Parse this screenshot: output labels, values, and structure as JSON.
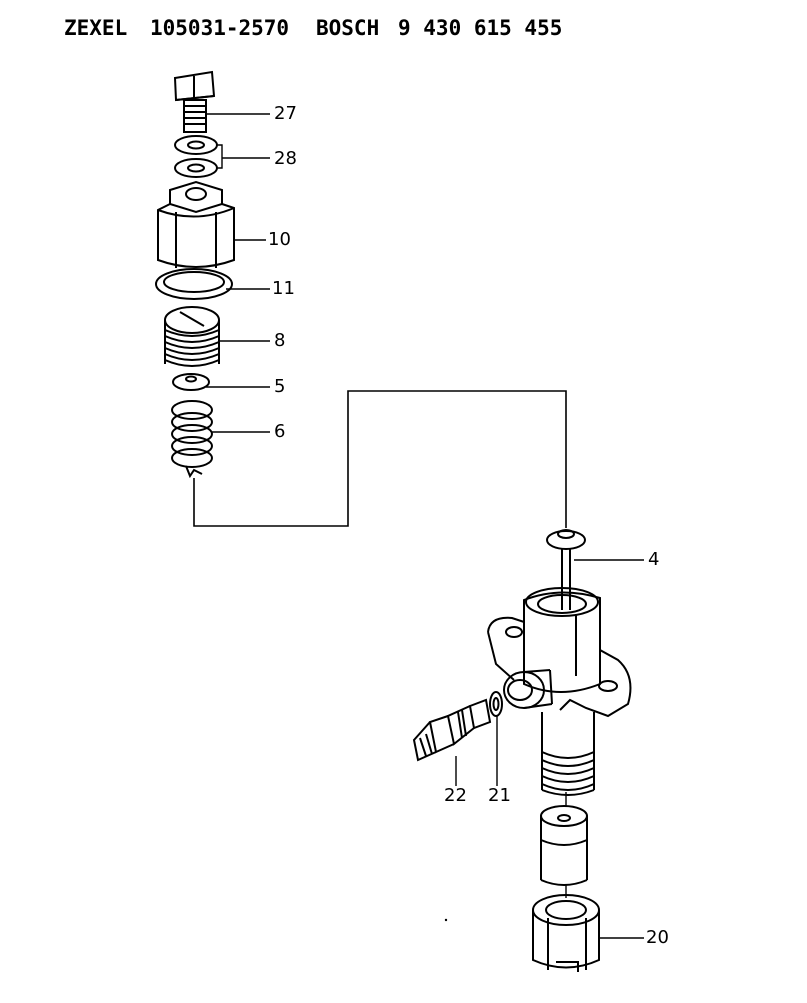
{
  "header": {
    "maker_a": "ZEXEL",
    "part_no_a": "105031-2570",
    "maker_b": "BOSCH",
    "part_no_b": "9 430 615 455"
  },
  "callouts": {
    "c27": "27",
    "c28": "28",
    "c10": "10",
    "c11": "11",
    "c8": "8",
    "c5": "5",
    "c6": "6",
    "c4": "4",
    "c22": "22",
    "c21": "21",
    "c20": "20"
  }
}
